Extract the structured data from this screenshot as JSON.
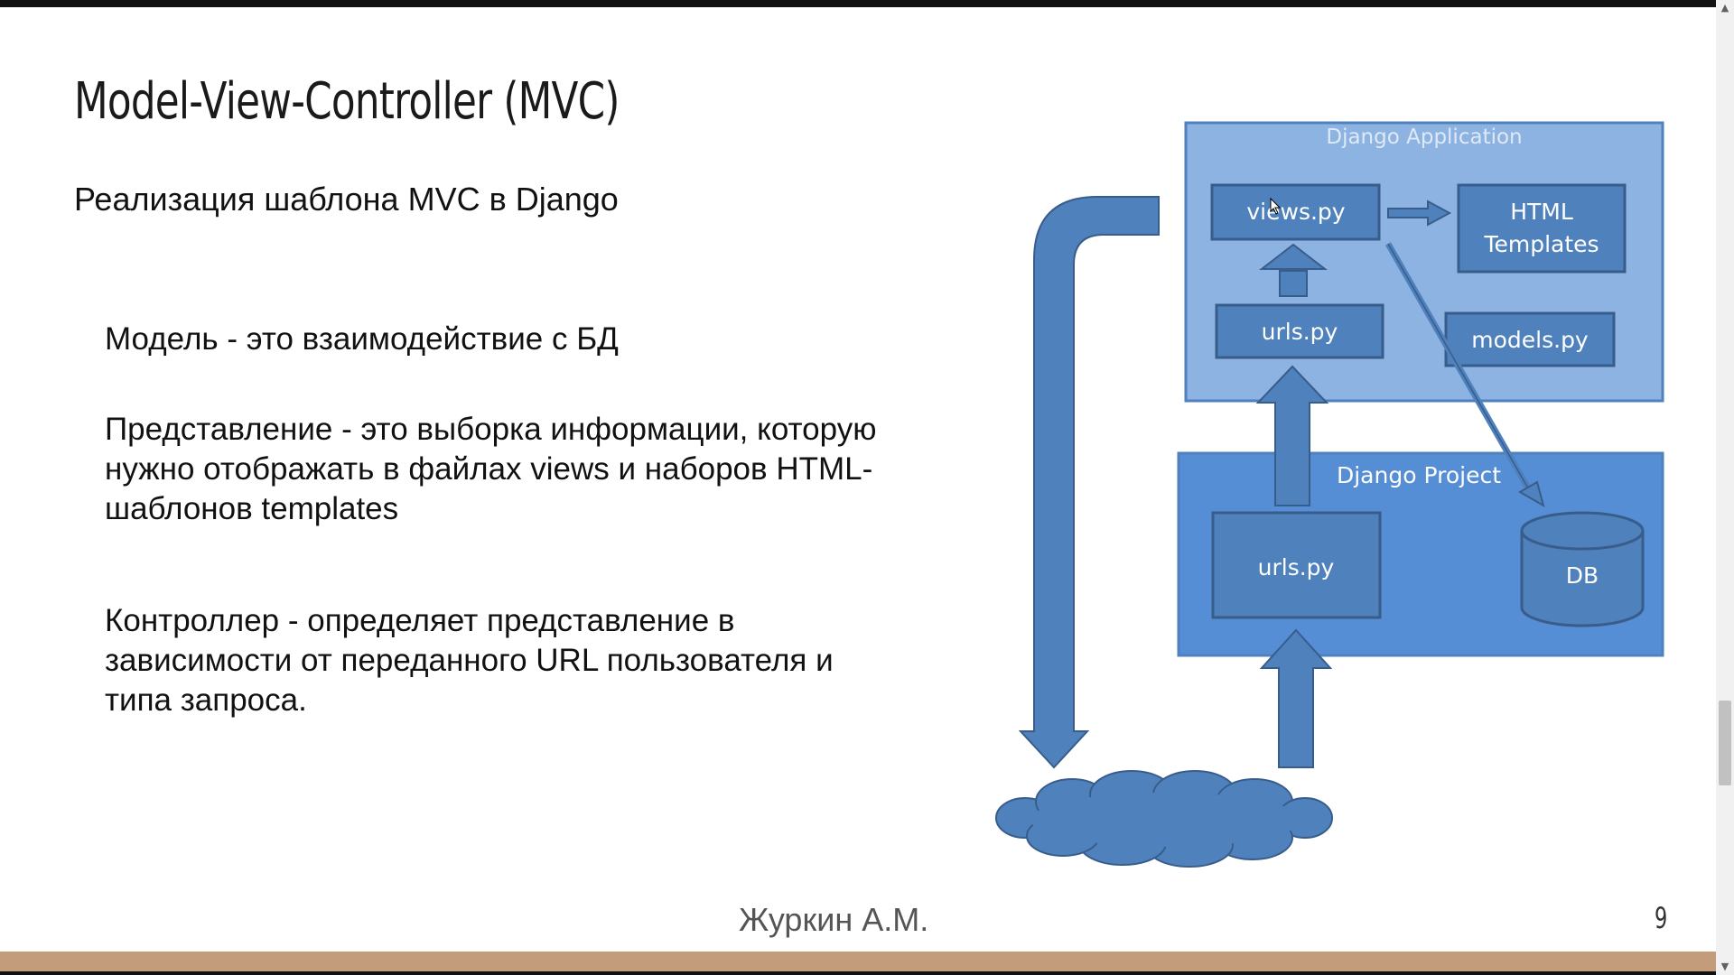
{
  "slide": {
    "title": "Model-View-Controller (MVC)",
    "subtitle": "Реализация шаблона MVC в Django",
    "model_text": "Модель - это взаимодействие с БД",
    "view_text": "Представление - это выборка информации, которую нужно отображать в файлах views и наборов HTML-шаблонов templates",
    "controller_text": "Контроллер - определяет представление в зависимости от переданного URL пользователя и типа запроса.",
    "author": "Журкин А.М.",
    "page_number": "9"
  },
  "diagram": {
    "app_label": "Django Application",
    "views_label": "views.py",
    "html_line1": "HTML",
    "html_line2": "Templates",
    "app_urls_label": "urls.py",
    "models_label": "models.py",
    "project_label": "Django Project",
    "project_urls_label": "urls.py",
    "db_label": "DB"
  },
  "colors": {
    "app_fill": "#8db3e2",
    "project_fill": "#558ed5",
    "box_fill": "#4f81bd",
    "box_stroke": "#385d8a",
    "bottom_bar": "#c39c7b"
  },
  "icons": {
    "scroll_up": "▲",
    "scroll_down": "▼"
  }
}
